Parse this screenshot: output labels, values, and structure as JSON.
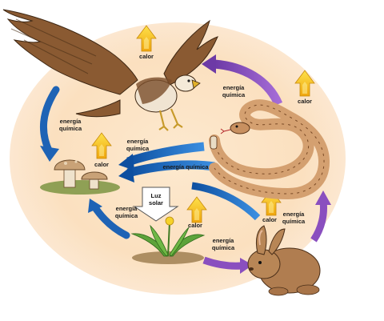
{
  "diagram": {
    "heat_label": "calor",
    "chem_energy_label_line1": "energía",
    "chem_energy_label_line2": "química",
    "chem_energy_inline": "energía química",
    "sunlight_line1": "Luz",
    "sunlight_line2": "solar",
    "organisms": [
      "eagle",
      "snake",
      "rabbit",
      "plant",
      "mushrooms"
    ],
    "colors": {
      "background_glow": "#fbe3c4",
      "blue_arrow": "#1e63b5",
      "purple_arrow": "#8a4fbf",
      "heat_arrow": "#f5c21b"
    }
  }
}
